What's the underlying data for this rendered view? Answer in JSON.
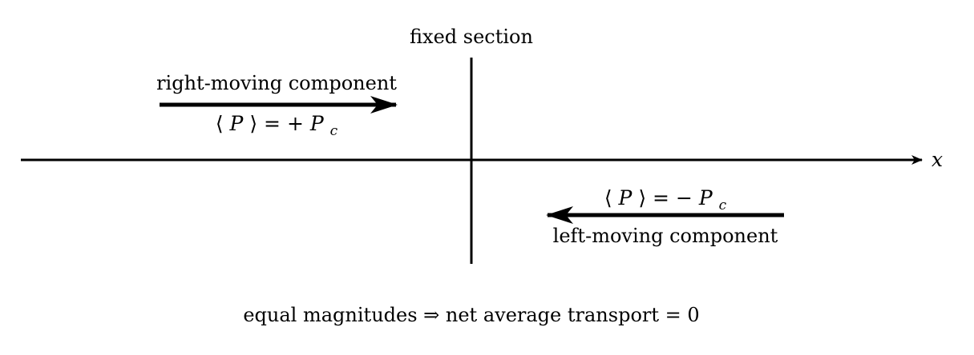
{
  "diagram": {
    "section_label": "fixed section",
    "axis_label": "x",
    "right_wave": {
      "title": "right-moving component",
      "equation": {
        "lbracket": "⟨",
        "var": "P",
        "rbracket": "⟩",
        "op": " = +",
        "base": "P",
        "sub": "c"
      }
    },
    "left_wave": {
      "title": "left-moving component",
      "equation": {
        "lbracket": "⟨",
        "var": "P",
        "rbracket": "⟩",
        "op": " = −",
        "base": "P",
        "sub": "c"
      }
    },
    "conclusion": "equal magnitudes ⇒ net average transport = 0"
  },
  "colors": {
    "ink": "#000000",
    "background": "#ffffff"
  }
}
